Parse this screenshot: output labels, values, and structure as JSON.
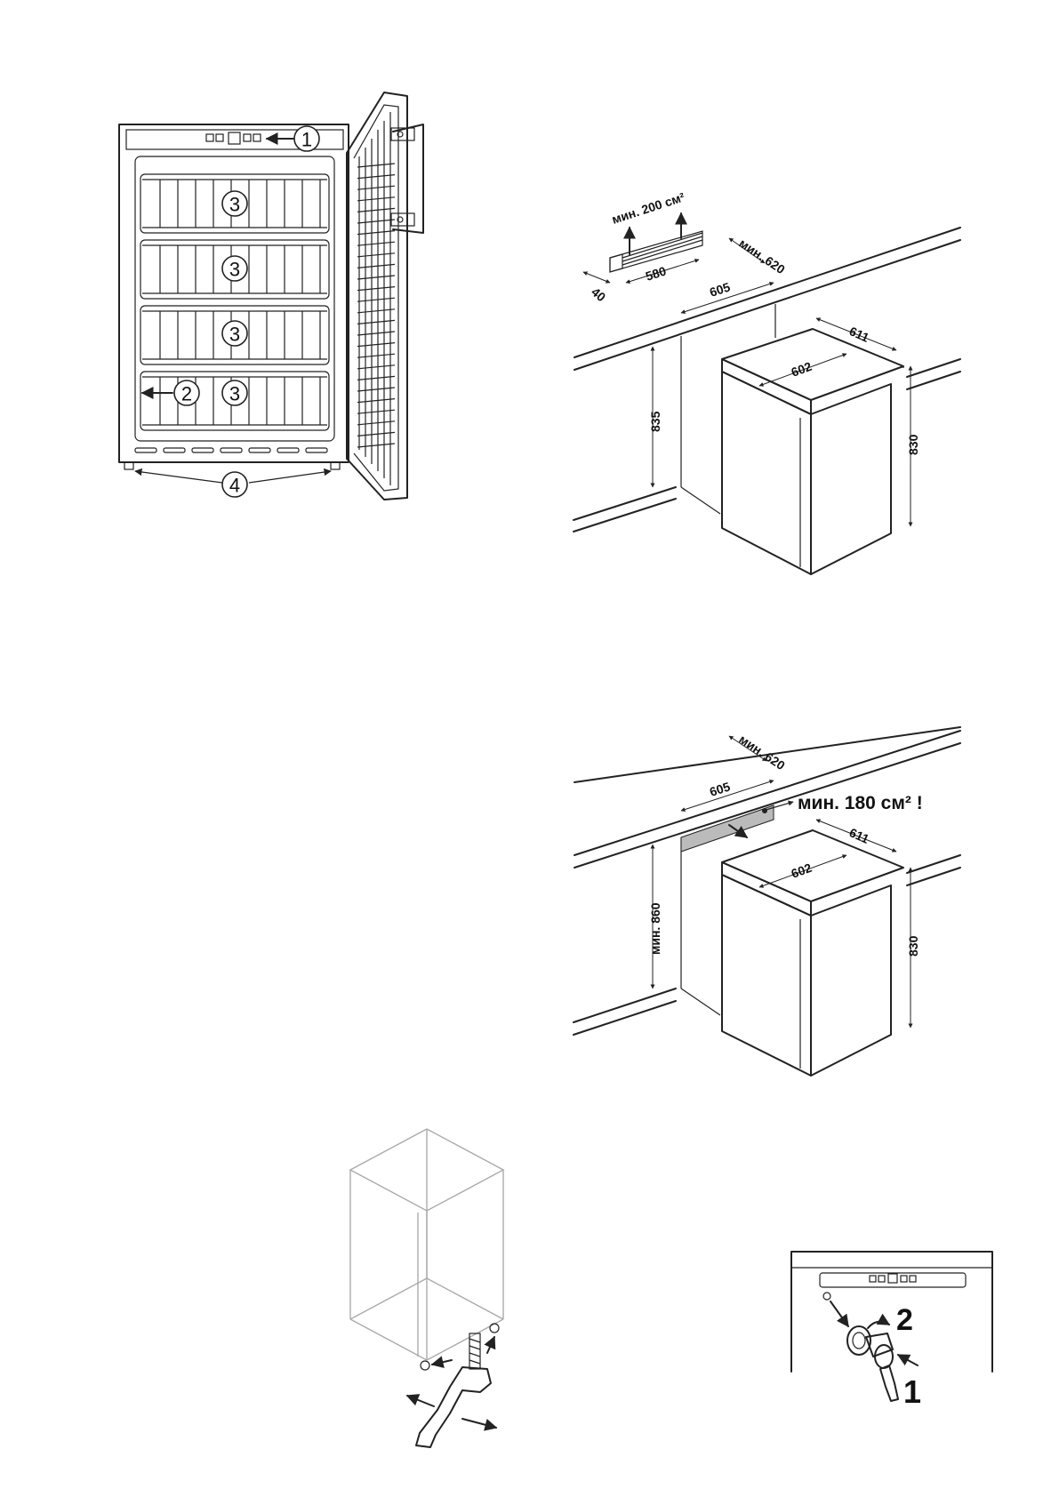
{
  "figure_freezer_open": {
    "callouts": [
      "1",
      "2",
      "3",
      "3",
      "3",
      "3",
      "4"
    ]
  },
  "figure_install_standard": {
    "vent_label": "мин. 200 см²",
    "dim_vent_depth": "40",
    "dim_vent_width": "580",
    "dim_niche_width": "605",
    "dim_min_depth": "мин. 620",
    "dim_depth": "611",
    "dim_width": "602",
    "dim_niche_height": "835",
    "dim_height": "830"
  },
  "figure_install_undercounter": {
    "dim_min_depth": "мин. 620",
    "dim_niche_width": "605",
    "vent_label": "мин. 180 см² !",
    "dim_depth": "611",
    "dim_width": "602",
    "dim_niche_height": "мин. 860",
    "dim_height": "830"
  },
  "figure_lock": {
    "step_2": "2",
    "step_1": "1"
  }
}
